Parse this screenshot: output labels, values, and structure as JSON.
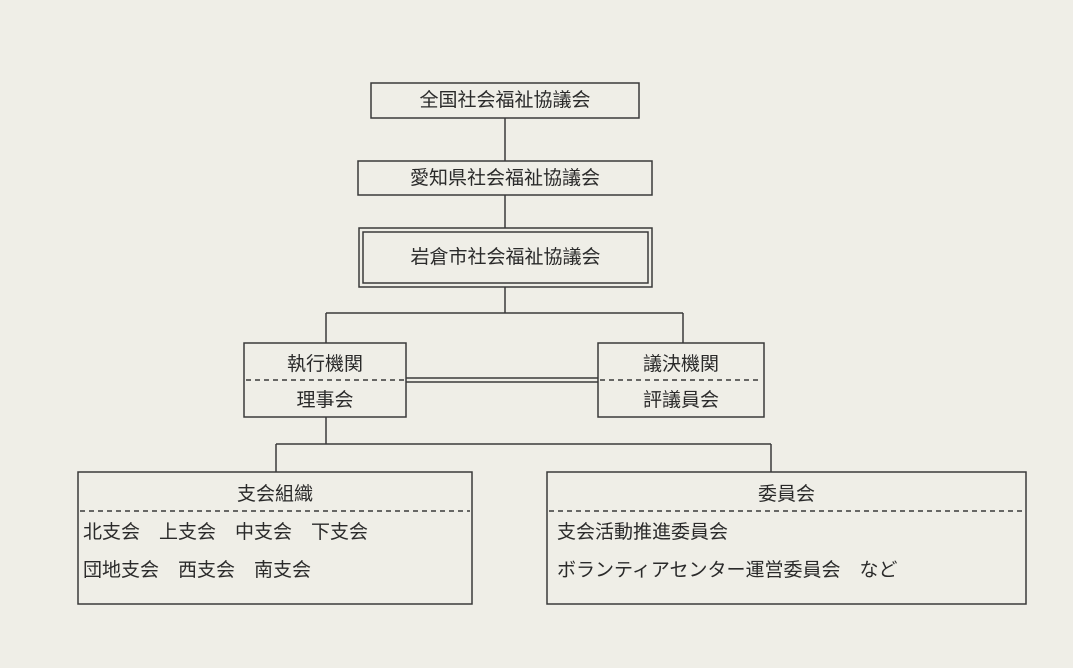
{
  "nodes": {
    "national": "全国社会福祉協議会",
    "prefecture": "愛知県社会福祉協議会",
    "city": "岩倉市社会福祉協議会",
    "executive": {
      "header": "執行機関",
      "body": "理事会"
    },
    "legislative": {
      "header": "議決機関",
      "body": "評議員会"
    },
    "branches": {
      "header": "支会組織",
      "rows": [
        "北支会　上支会　中支会　下支会",
        "団地支会　西支会　南支会"
      ]
    },
    "committees": {
      "header": "委員会",
      "rows": [
        "支会活動推進委員会",
        "ボランティアセンター運営委員会　など"
      ]
    }
  },
  "colors": {
    "line": "#3a3a3a",
    "background": "#efeee7"
  }
}
